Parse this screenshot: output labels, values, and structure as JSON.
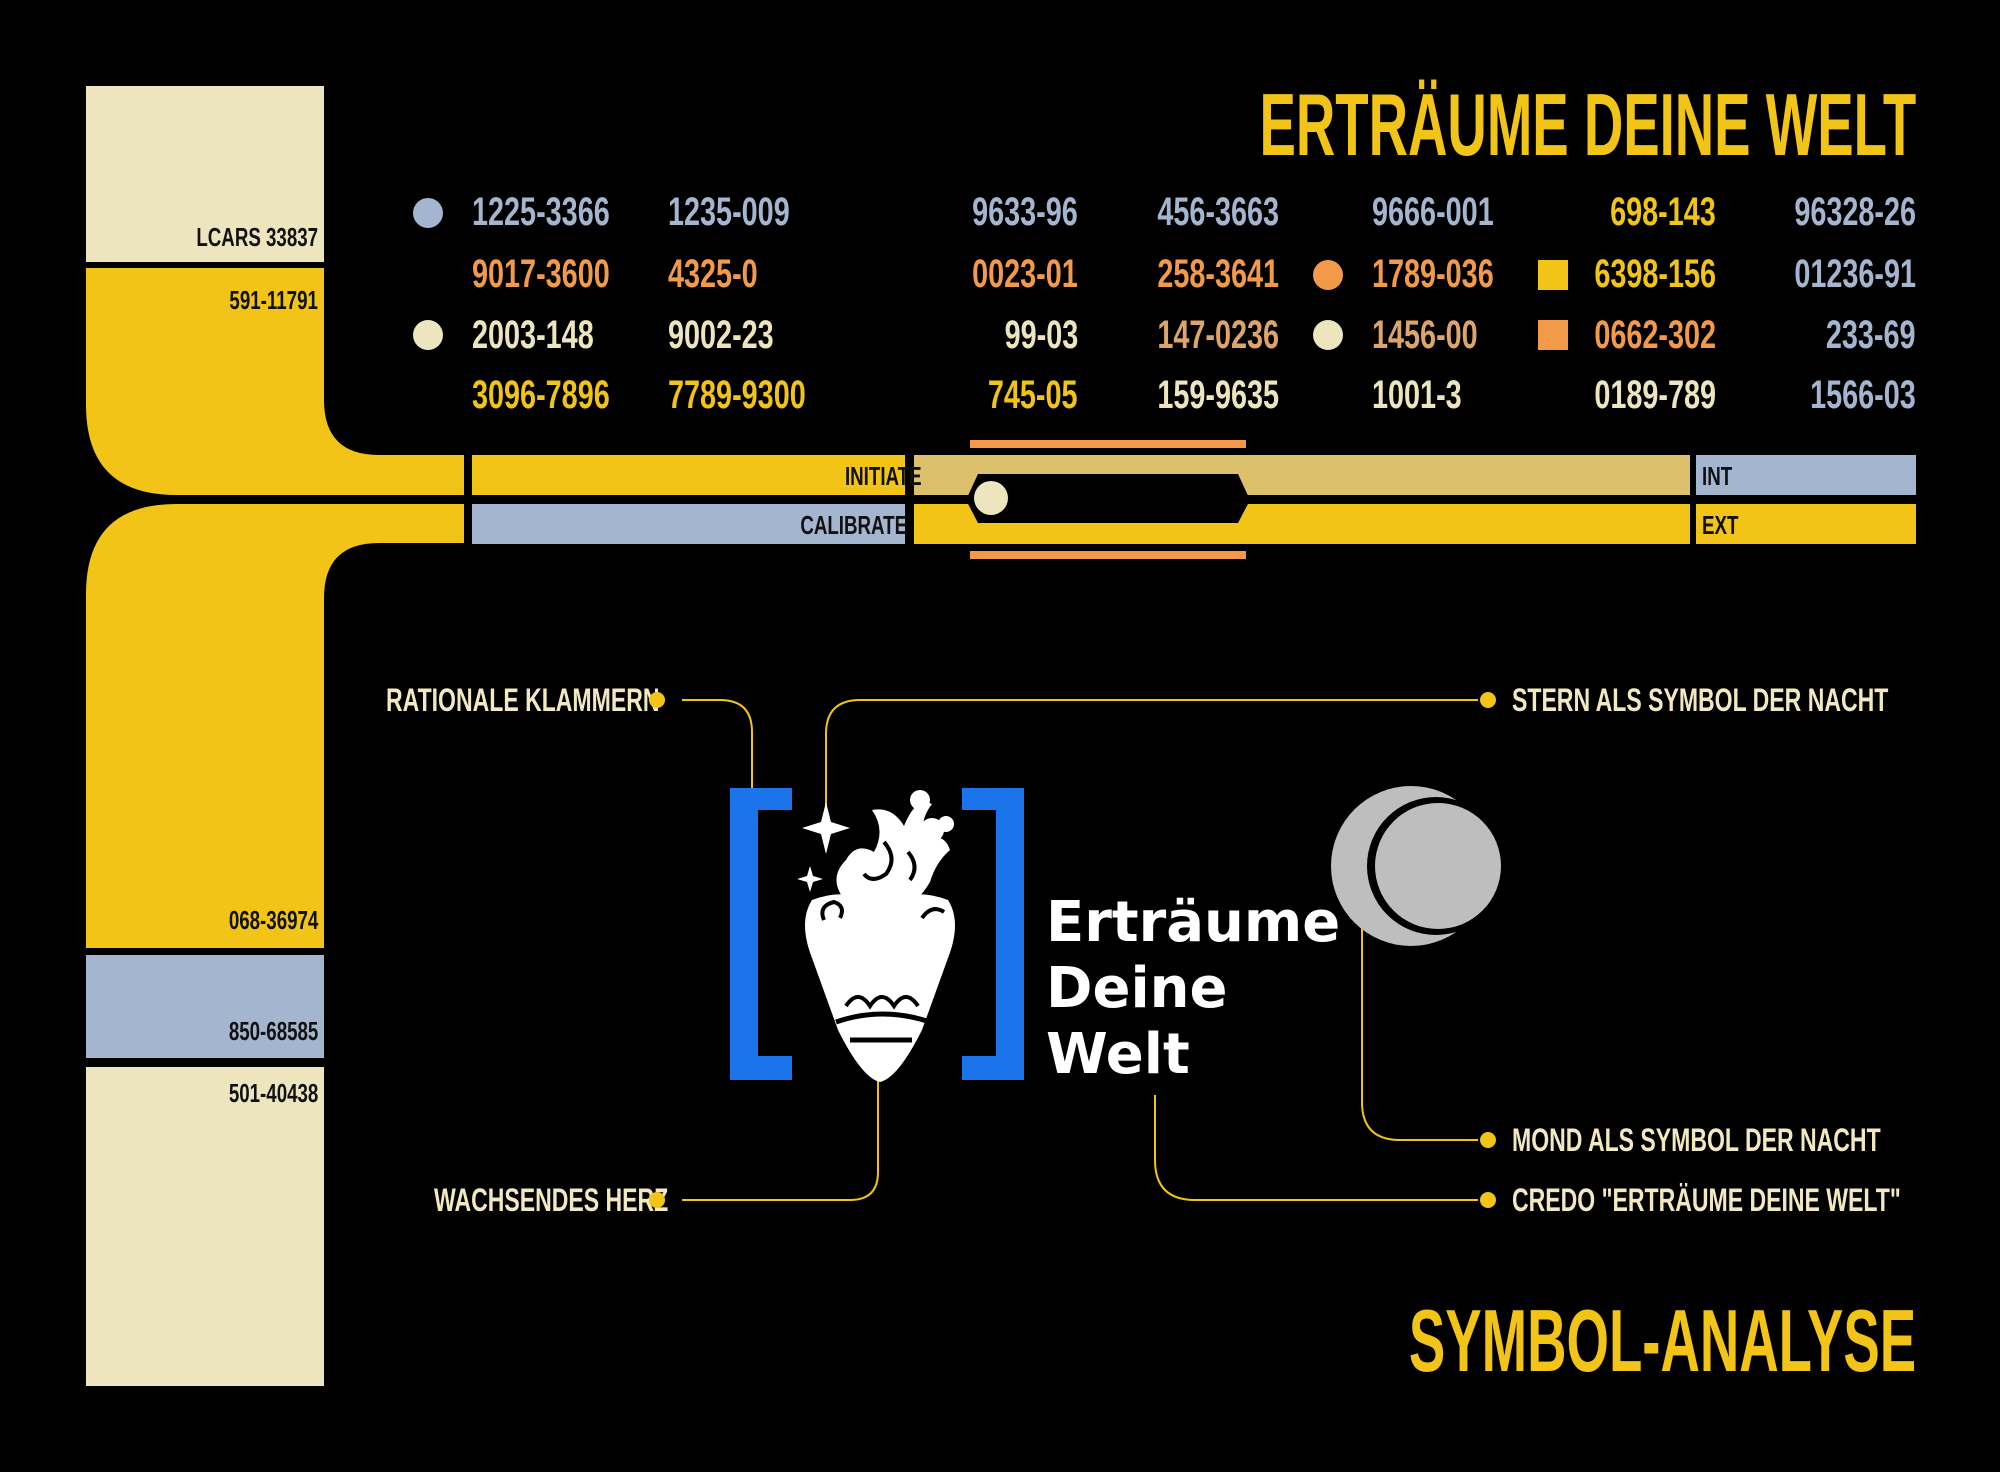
{
  "header": {
    "title": "ERTRÄUME DEINE WELT"
  },
  "footer": {
    "title": "SYMBOL-ANALYSE"
  },
  "sidebar": {
    "labels": [
      "LCARS 33837",
      "591-11791",
      "068-36974",
      "850-68585",
      "501-40438"
    ]
  },
  "controls": {
    "initiate": "INITIATE",
    "calibrate": "CALIBRATE",
    "int": "INT",
    "ext": "EXT"
  },
  "codes": {
    "row1": [
      "1225-3366",
      "1235-009",
      "9633-96",
      "456-3663",
      "9666-001",
      "698-143",
      "96328-26"
    ],
    "row2": [
      "9017-3600",
      "4325-0",
      "0023-01",
      "258-3641",
      "1789-036",
      "6398-156",
      "01236-91"
    ],
    "row3": [
      "2003-148",
      "9002-23",
      "99-03",
      "147-0236",
      "1456-00",
      "0662-302",
      "233-69"
    ],
    "row4": [
      "3096-7896",
      "7789-9300",
      "745-05",
      "159-9635",
      "1001-3",
      "0189-789",
      "1566-03"
    ]
  },
  "callouts": {
    "brackets": "RATIONALE KLAMMERN",
    "heart": "WACHSENDES HERZ",
    "star": "STERN ALS SYMBOL DER NACHT",
    "moon": "MOND ALS SYMBOL DER NACHT",
    "credo": "CREDO \"ERTRÄUME DEINE WELT\""
  },
  "logo": {
    "line1": "Erträume",
    "line2": "Deine",
    "line3": "Welt"
  },
  "colors": {
    "yellow": "#F2C417",
    "cream": "#EDE5BE",
    "blue": "#A3B5CF",
    "orange": "#F39A4A",
    "tan": "#DDC06C",
    "logo_blue": "#1A73E8"
  }
}
